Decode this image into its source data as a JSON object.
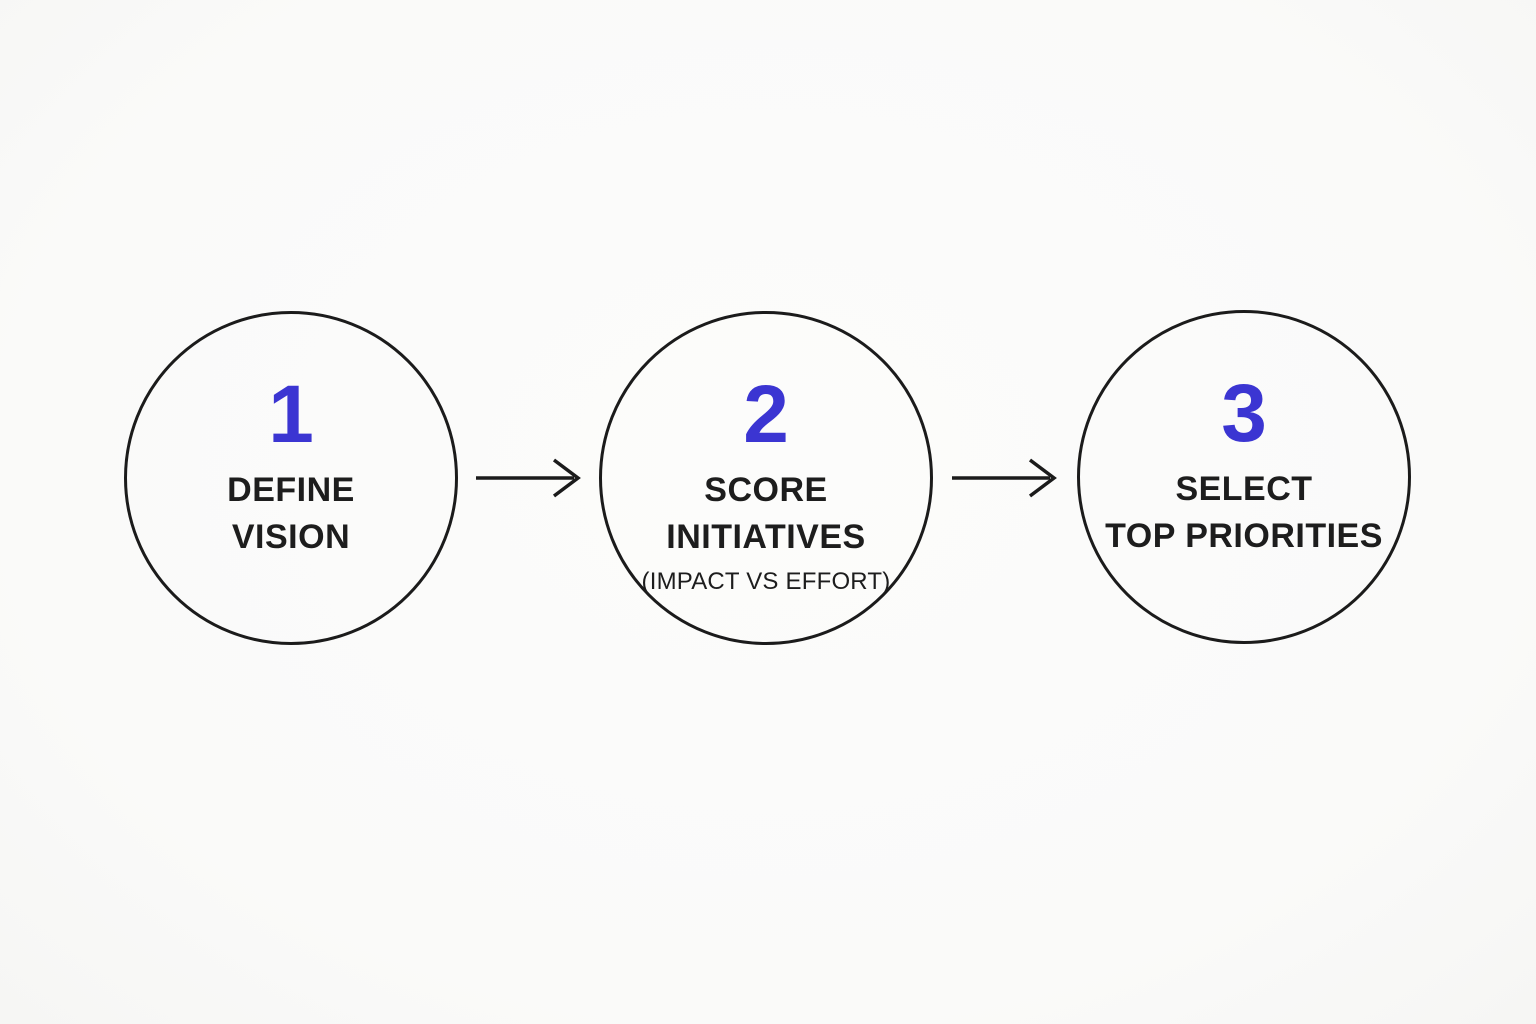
{
  "diagram": {
    "steps": [
      {
        "number": "1",
        "label_lines": [
          "DEFINE",
          "VISION"
        ],
        "sublabel": ""
      },
      {
        "number": "2",
        "label_lines": [
          "SCORE",
          "INITIATIVES"
        ],
        "sublabel": "(IMPACT VS EFFORT)"
      },
      {
        "number": "3",
        "label_lines": [
          "SELECT",
          "TOP PRIORITIES"
        ],
        "sublabel": ""
      }
    ],
    "connectors": [
      {
        "icon": "arrow-right"
      },
      {
        "icon": "arrow-right"
      }
    ],
    "colors": {
      "accent": "#3b35d2",
      "stroke": "#1b1b1b",
      "text": "#1d1d1d",
      "bg": "#fafaf9"
    }
  }
}
